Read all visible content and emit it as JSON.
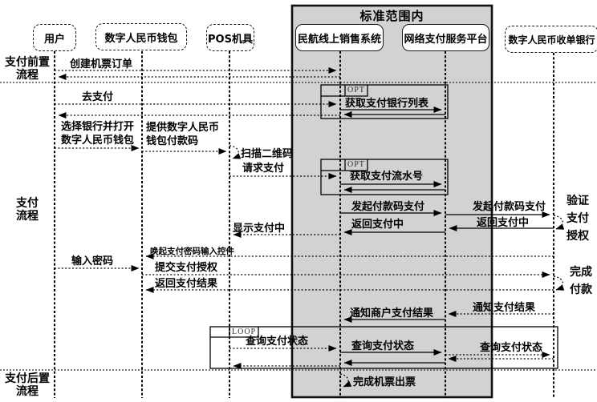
{
  "header": {
    "scope_label": "标准范围内"
  },
  "actors": [
    {
      "id": "user",
      "label": "用户"
    },
    {
      "id": "ecny-wallet",
      "label": "数字人民币钱包"
    },
    {
      "id": "pos-terminal",
      "label": "POS机具"
    },
    {
      "id": "airline-sales-system",
      "label": "民航线上销售系统"
    },
    {
      "id": "online-payment-platform",
      "label": "网络支付服务平台"
    },
    {
      "id": "ecny-acquiring-bank",
      "label": "数字人民币收单银行"
    }
  ],
  "sections": [
    {
      "label": "支付前置\n流程"
    },
    {
      "label": "支付\n流程"
    },
    {
      "label": "支付后置\n流程"
    }
  ],
  "fragments": [
    {
      "label": "OPT"
    },
    {
      "label": "OPT"
    },
    {
      "label": "LOOP"
    }
  ],
  "messages": [
    {
      "label": "创建机票订单",
      "from": "用户",
      "to": "民航线上销售系统"
    },
    {
      "label": "去支付",
      "from": "用户",
      "to": "民航线上销售系统"
    },
    {
      "label": "获取支付银行列表",
      "from": "民航线上销售系统",
      "to": "网络支付服务平台"
    },
    {
      "label": "选择银行并打开\n数字人民币钱包",
      "from": "用户",
      "to": "数字人民币钱包"
    },
    {
      "label": "提供数字人民币\n钱包付款码",
      "from": "数字人民币钱包",
      "to": "POS机具"
    },
    {
      "label": "扫描二维码",
      "from": "POS机具",
      "to": "POS机具"
    },
    {
      "label": "请求支付",
      "from": "POS机具",
      "to": "民航线上销售系统"
    },
    {
      "label": "获取支付流水号",
      "from": "民航线上销售系统",
      "to": "网络支付服务平台"
    },
    {
      "label": "发起付款码支付",
      "from": "民航线上销售系统",
      "to": "网络支付服务平台"
    },
    {
      "label": "发起付款码支付",
      "from": "网络支付服务平台",
      "to": "数字人民币收单银行"
    },
    {
      "label": "验证\n支付\n授权",
      "from": "数字人民币收单银行",
      "to": "数字人民币收单银行"
    },
    {
      "label": "返回支付中",
      "from": "数字人民币收单银行",
      "to": "网络支付服务平台"
    },
    {
      "label": "返回支付中",
      "from": "网络支付服务平台",
      "to": "民航线上销售系统"
    },
    {
      "label": "显示支付中",
      "from": "民航线上销售系统",
      "to": "POS机具"
    },
    {
      "label": "唤起支付密码输入控件",
      "from": "数字人民币收单银行",
      "to": "数字人民币钱包"
    },
    {
      "label": "输入密码",
      "from": "用户",
      "to": "数字人民币钱包"
    },
    {
      "label": "提交支付授权",
      "from": "数字人民币钱包",
      "to": "数字人民币收单银行"
    },
    {
      "label": "完成\n付款",
      "from": "数字人民币收单银行",
      "to": "数字人民币收单银行"
    },
    {
      "label": "返回支付结果",
      "from": "数字人民币收单银行",
      "to": "数字人民币钱包"
    },
    {
      "label": "通知支付结果",
      "from": "数字人民币收单银行",
      "to": "网络支付服务平台"
    },
    {
      "label": "通知商户支付结果",
      "from": "网络支付服务平台",
      "to": "民航线上销售系统"
    },
    {
      "label": "查询支付状态",
      "from": "POS机具",
      "to": "民航线上销售系统"
    },
    {
      "label": "查询支付状态",
      "from": "民航线上销售系统",
      "to": "网络支付服务平台"
    },
    {
      "label": "查询支付状态",
      "from": "网络支付服务平台",
      "to": "数字人民币收单银行"
    },
    {
      "label": "完成机票出票",
      "from": "民航线上销售系统",
      "to": "民航线上销售系统"
    }
  ],
  "colors": {
    "scope_fill": "#d2d2d2",
    "line": "#000000",
    "background": "#ffffff"
  }
}
